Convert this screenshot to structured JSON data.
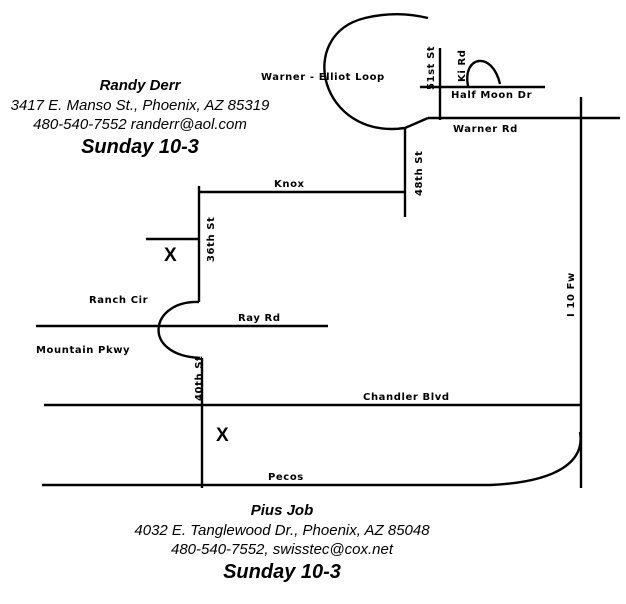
{
  "contacts": [
    {
      "name": "Randy Derr",
      "address": "3417 E. Manso St., Phoenix, AZ 85319",
      "phone_email": "480-540-7552 randerr@aol.com",
      "hours": "Sunday 10-3"
    },
    {
      "name": "Pius Job",
      "address": "4032 E. Tanglewood Dr., Phoenix, AZ 85048",
      "phone_email": "480-540-7552, swisstec@cox.net",
      "hours": "Sunday 10-3"
    }
  ],
  "roads": {
    "warner_elliot_loop": "Warner - Elliot Loop",
    "st_51": "51st St",
    "ki_rd": "Ki Rd",
    "half_moon_dr": "Half Moon Dr",
    "warner_rd": "Warner Rd",
    "st_48": "48th St",
    "knox": "Knox",
    "st_36": "36th St",
    "ranch_cir": "Ranch Cir",
    "ray_rd": "Ray Rd",
    "mountain_pkwy": "Mountain Pkwy",
    "st_40": "40th St",
    "chandler_blvd": "Chandler Blvd",
    "pecos": "Pecos",
    "i10_fwy": "I 10 Fw"
  },
  "markers": {
    "x1": "X",
    "x2": "X"
  }
}
